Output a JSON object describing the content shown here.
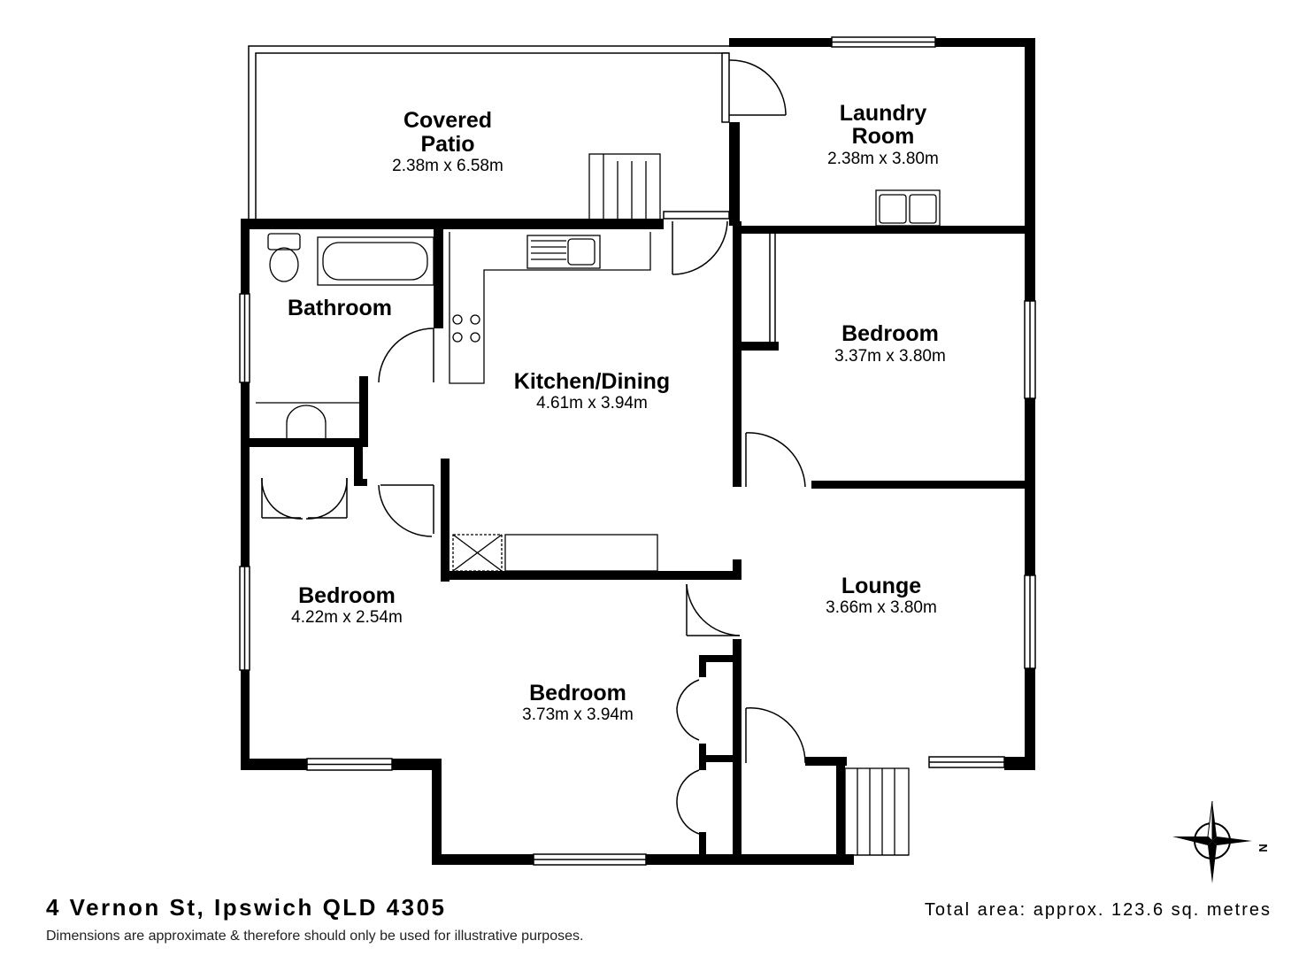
{
  "rooms": {
    "patio": {
      "name_line1": "Covered",
      "name_line2": "Patio",
      "dims": "2.38m x 6.58m"
    },
    "laundry": {
      "name_line1": "Laundry",
      "name_line2": "Room",
      "dims": "2.38m x 3.80m"
    },
    "bathroom": {
      "name": "Bathroom"
    },
    "kitchen": {
      "name": "Kitchen/Dining",
      "dims": "4.61m x 3.94m"
    },
    "bedroom_ne": {
      "name": "Bedroom",
      "dims": "3.37m x 3.80m"
    },
    "lounge": {
      "name": "Lounge",
      "dims": "3.66m x 3.80m"
    },
    "bedroom_w": {
      "name": "Bedroom",
      "dims": "4.22m x 2.54m"
    },
    "bedroom_s": {
      "name": "Bedroom",
      "dims": "3.73m x 3.94m"
    }
  },
  "compass": {
    "north_label": "N"
  },
  "footer": {
    "address": "4 Vernon St, Ipswich QLD 4305",
    "disclaimer": "Dimensions are approximate & therefore should only be used for illustrative purposes.",
    "total_area": "Total area: approx. 123.6 sq. metres"
  }
}
